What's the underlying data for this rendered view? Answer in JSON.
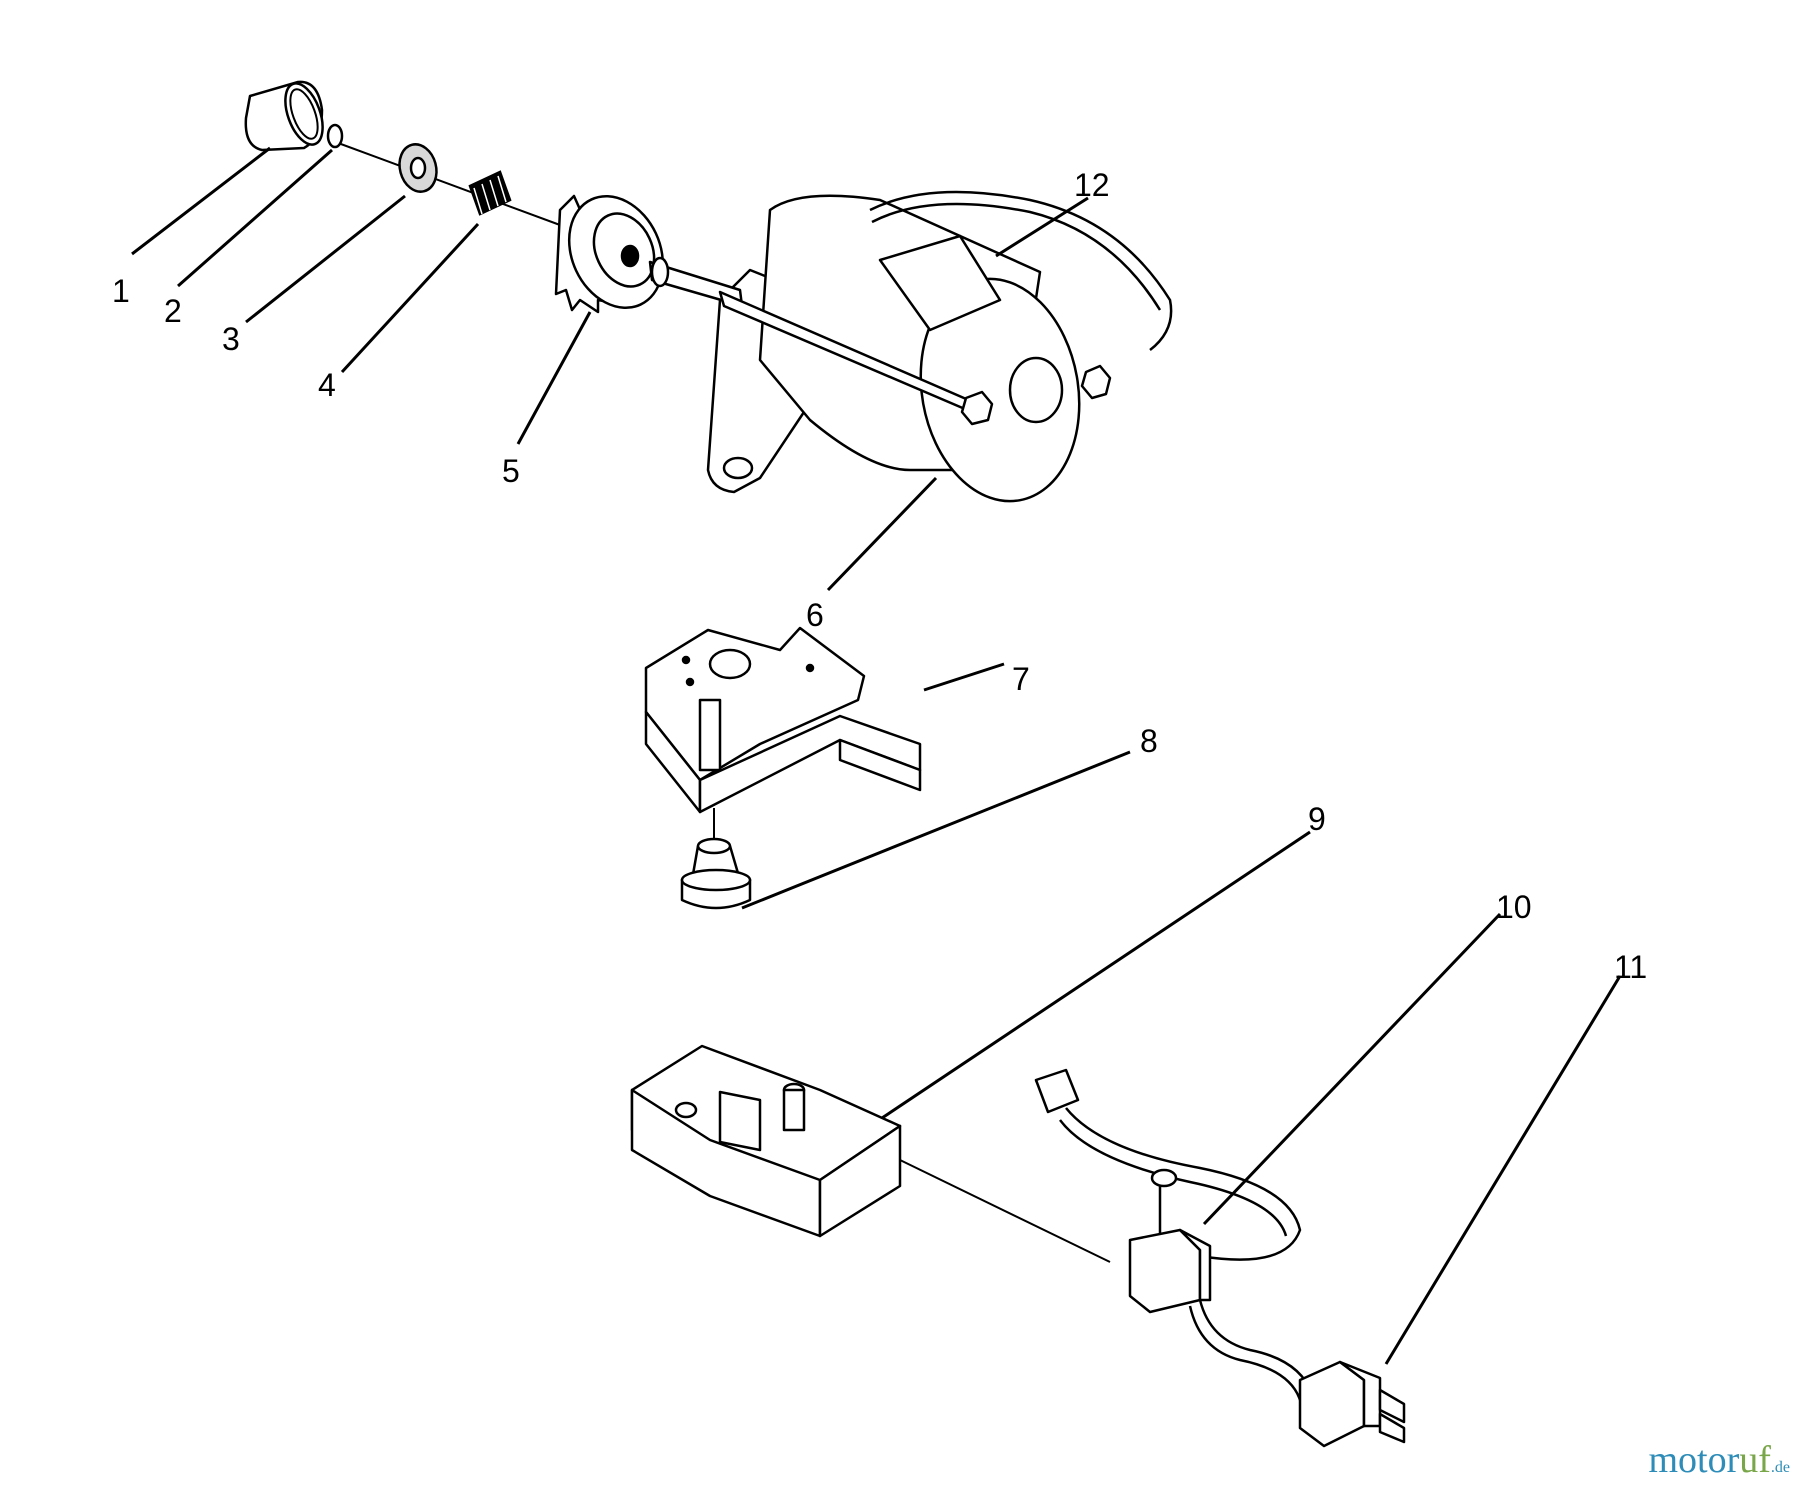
{
  "callouts": [
    {
      "id": "1",
      "label": "1"
    },
    {
      "id": "2",
      "label": "2"
    },
    {
      "id": "3",
      "label": "3"
    },
    {
      "id": "4",
      "label": "4"
    },
    {
      "id": "5",
      "label": "5"
    },
    {
      "id": "6",
      "label": "6"
    },
    {
      "id": "7",
      "label": "7"
    },
    {
      "id": "8",
      "label": "8"
    },
    {
      "id": "9",
      "label": "9"
    },
    {
      "id": "10",
      "label": "10"
    },
    {
      "id": "11",
      "label": "11"
    },
    {
      "id": "12",
      "label": "12"
    }
  ],
  "watermark": {
    "part_a": "motor",
    "part_b": "uf",
    "part_c": ".de"
  },
  "colors": {
    "ink": "#000000",
    "watermark_blue": "#2e8db8",
    "watermark_green": "#7aa64a"
  }
}
